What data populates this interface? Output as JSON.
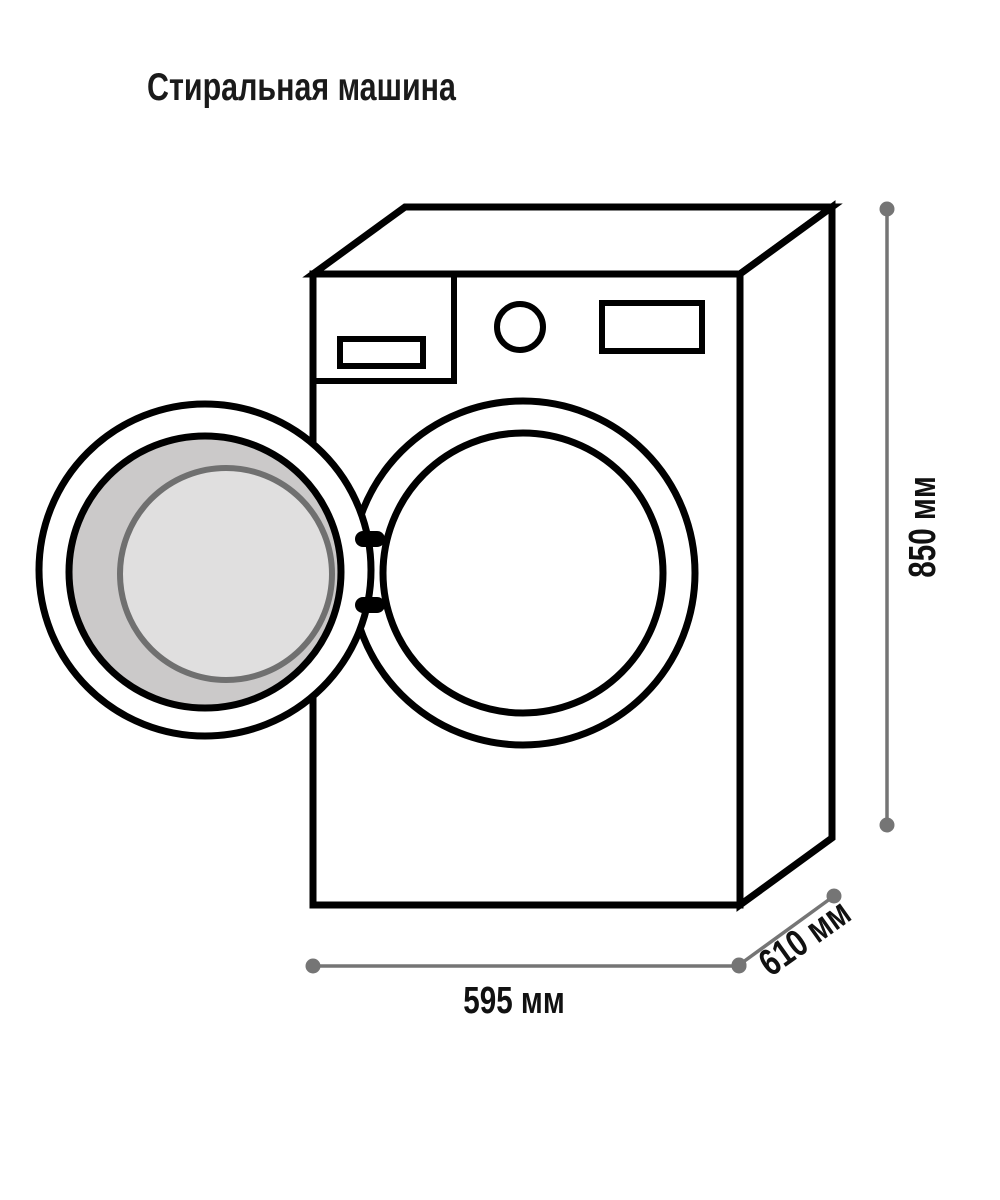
{
  "title": "Стиральная машина",
  "diagram": {
    "object": "washing-machine-open-door-isometric-outline",
    "dimensions": {
      "height": {
        "label": "850 мм",
        "orientation": "vertical"
      },
      "width": {
        "label": "595 мм",
        "orientation": "horizontal"
      },
      "depth": {
        "label": "610 мм",
        "orientation": "diagonal"
      }
    },
    "colors": {
      "outline": "#000000",
      "dimension_line": "#757575",
      "door_ring_fill": "#cbc9c9",
      "door_glass_fill": "#e0dfdf",
      "door_glass_stroke": "#707070",
      "background": "#ffffff"
    }
  }
}
